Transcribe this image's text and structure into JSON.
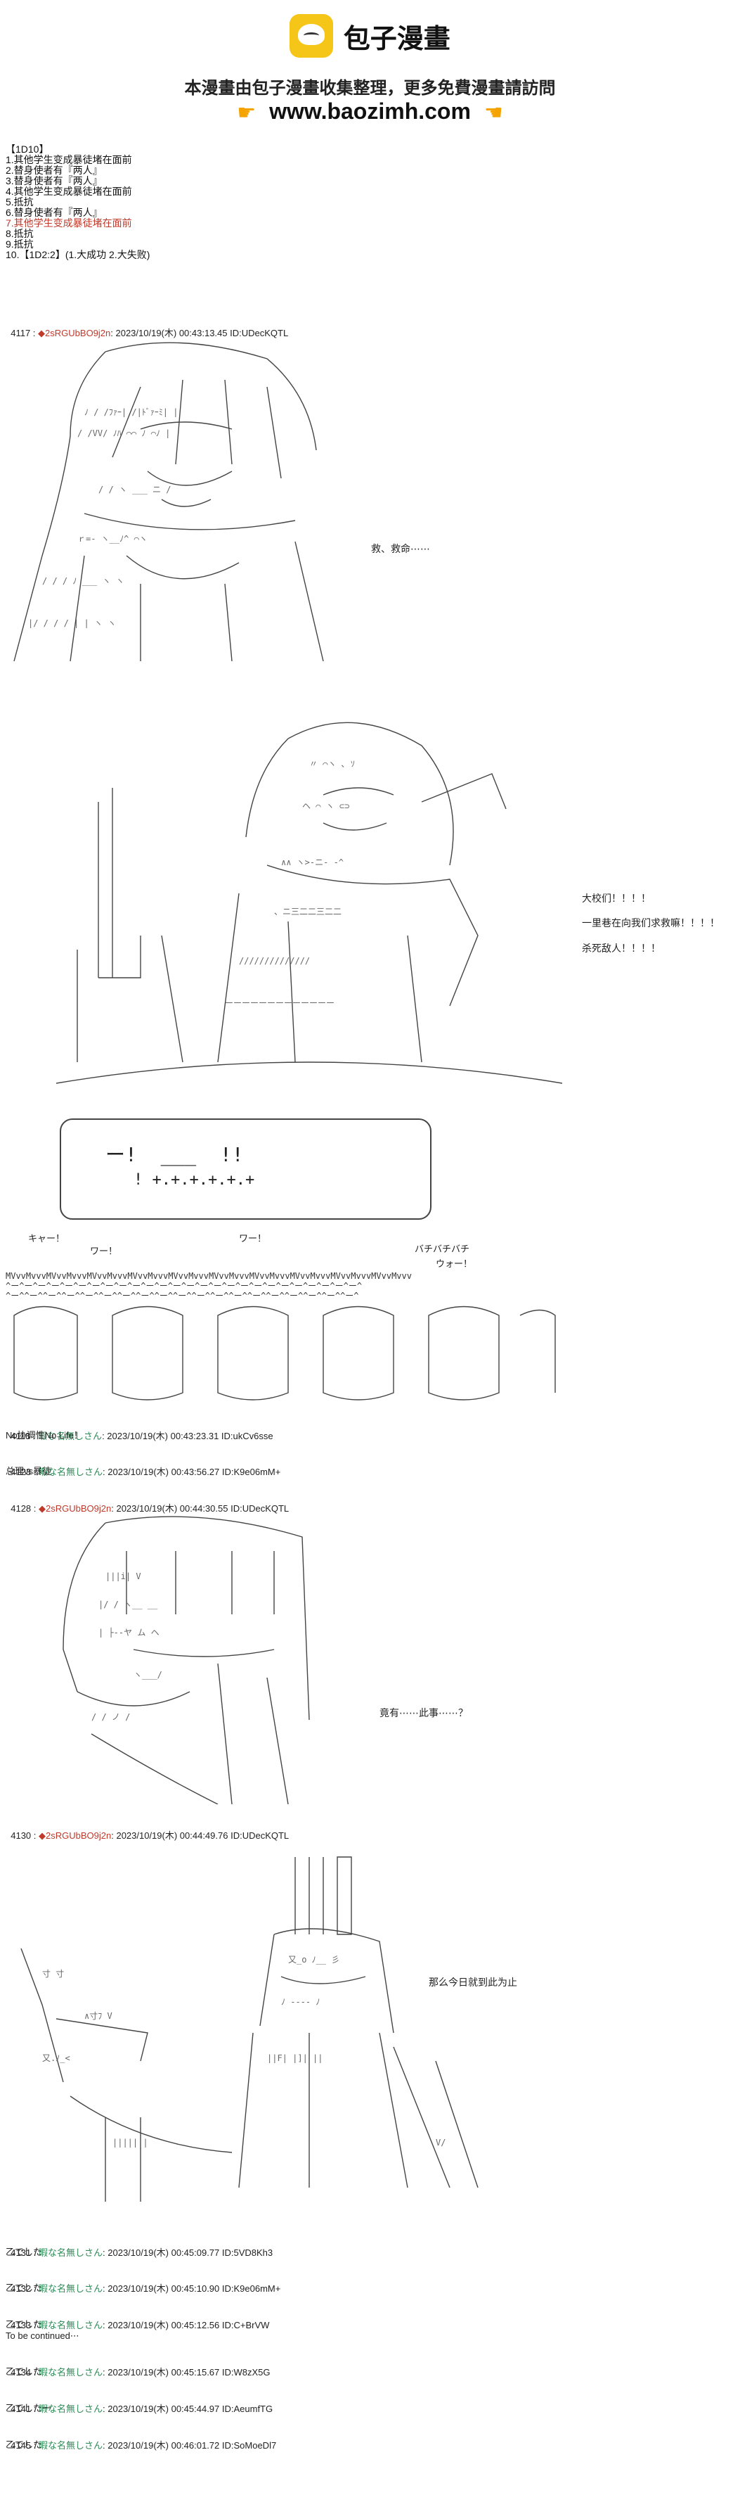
{
  "banner": {
    "logo_text": "包子漫畫",
    "subtitle": "本漫畫由包子漫畫收集整理，更多免費漫畫請訪問",
    "url": "www.baozimh.com",
    "hand_icon": "pointing-hand-icon",
    "logo_color": "#f5c518"
  },
  "menu": [
    {
      "text": "【1D10】",
      "color": "normal"
    },
    {
      "text": "1.其他学生变成暴徒堵在面前",
      "color": "normal"
    },
    {
      "text": "2.替身使者有『两人』",
      "color": "normal"
    },
    {
      "text": "3.替身使者有『两人』",
      "color": "normal"
    },
    {
      "text": "4.其他学生变成暴徒堵在面前",
      "color": "normal"
    },
    {
      "text": "5.抵抗",
      "color": "normal"
    },
    {
      "text": "6.替身使者有『两人』",
      "color": "normal"
    },
    {
      "text": "7.其他学生变成暴徒堵在面前",
      "color": "red"
    },
    {
      "text": "8.抵抗",
      "color": "normal"
    },
    {
      "text": "9.抵抗",
      "color": "normal"
    },
    {
      "text": "10.【1D2:2】(1.大成功 2.大失败)",
      "color": "normal"
    }
  ],
  "posts": [
    {
      "num": "4117 :",
      "trip": "◆2sRGUbBO9j2n",
      "meta": ": 2023/10/19(木) 00:43:13.45 ID:UDecKQTL",
      "body": ""
    },
    {
      "num": "4118 :",
      "trip": "暇な名無しさん",
      "meta": ": 2023/10/19(木) 00:43:23.31 ID:ukCv6sse",
      "body": "No协调性No Life！"
    },
    {
      "num": "4123 :",
      "trip": "暇な名無しさん",
      "meta": ": 2023/10/19(木) 00:43:56.27 ID:K9e06mM+",
      "body": "总理vs暴徒"
    },
    {
      "num": "4128 :",
      "trip": "◆2sRGUbBO9j2n",
      "meta": ": 2023/10/19(木) 00:44:30.55 ID:UDecKQTL",
      "body": ""
    },
    {
      "num": "4130 :",
      "trip": "◆2sRGUbBO9j2n",
      "meta": ": 2023/10/19(木) 00:44:49.76 ID:UDecKQTL",
      "body": ""
    },
    {
      "num": "4131 :",
      "trip": "暇な名無しさん",
      "meta": ": 2023/10/19(木) 00:45:09.77 ID:5VD8Kh3",
      "body": "乙でした"
    },
    {
      "num": "4132 :",
      "trip": "暇な名無しさん",
      "meta": ": 2023/10/19(木) 00:45:10.90 ID:K9e06mM+",
      "body": "乙でした"
    },
    {
      "num": "4133 :",
      "trip": "暇な名無しさん",
      "meta": ": 2023/10/19(木) 00:45:12.56 ID:C+BrVW",
      "body": "乙でした\nTo be continued⋯"
    },
    {
      "num": "4134 :",
      "trip": "暇な名無しさん",
      "meta": ": 2023/10/19(木) 00:45:15.67 ID:W8zX5G",
      "body": "乙でした"
    },
    {
      "num": "4141 :",
      "trip": "暇な名無しさん",
      "meta": ": 2023/10/19(木) 00:45:44.97 ID:AeumfTG",
      "body": "乙でした一"
    },
    {
      "num": "4145 :",
      "trip": "暇な名無しさん",
      "meta": ": 2023/10/19(木) 00:46:01.72 ID:SoMoeDl7",
      "body": "乙でした"
    }
  ],
  "dialogs": {
    "d1": "救、救命⋯⋯",
    "d2": "大校们！！！！",
    "d3": "一里巷在向我们求救嘛！！！！",
    "d4": "杀死敌人！！！！",
    "d5": "竟有⋯⋯此事⋯⋯？",
    "d6": "那么今日就到此为止"
  },
  "sfx": {
    "scroll": "ー!  ___  !!",
    "scroll_dots": "! +.+.+.+.+.+",
    "kya": "キャー！",
    "wa1": "ワー！",
    "wa2": "ワー！",
    "bachi": "バチバチバチ",
    "wo": "ウォー！"
  },
  "crowd_rows": [
    "MVvvMvvvMVvvMvvvMVvvMvvvMVvvMvvvMVvvMvvvMVvvMvvvMVvvMvvvMVvvMvvvMVvvMvvvMVvvMvvv",
    "^ー^ー^ー^ー^ー^ー^ー^ー^ー^ー^ー^ー^ー^ー^ー^ー^ー^ー^ー^ー^ー^ー^ー^ー^ー^ー^",
    "^ー^^ー^^ー^^ー^^ー^^ー^^ー^^ー^^ー^^ー^^ー^^ー^^ー^^ー^^ー^^ー^^ー^^ー^^ー^"
  ]
}
